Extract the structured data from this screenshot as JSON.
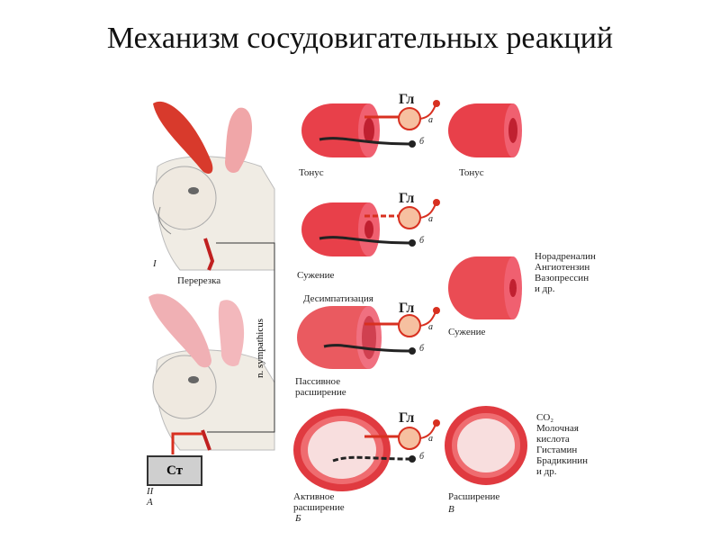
{
  "title": "Механизм сосудовигательных реакций",
  "labels": {
    "tonus_1": "Тонус",
    "tonus_2": "Тонус",
    "suzhenie_1": "Сужение",
    "suzhenie_2": "Сужение",
    "perezreska": "Перерезка",
    "desimp": "Десимпатизация",
    "passive": "Пассивное\nрасширение",
    "active": "Активное\nрасширение",
    "rasshirenie": "Расширение",
    "constrictors": "Норадреналин\nАнгиотензин\nВазопрессин\nи др.",
    "dilators": "CO₂\nМолочная\nкислота\nГистамин\nБрадикинин\nи др.",
    "nsymp": "n. sympathicus",
    "roman_1": "I",
    "roman_2": "II",
    "letter_A": "А",
    "letter_B": "Б",
    "letter_V": "В",
    "st": "Ст",
    "gl": "Гл",
    "a": "а",
    "b": "б"
  },
  "colors": {
    "vessel": "#e8404a",
    "vessel_light": "#f4a0a6",
    "nerve_red": "#d83020",
    "nerve_black": "#222222",
    "rabbit": "#f0ece4",
    "ear_dark": "#d83a2c",
    "ear_light": "#f0a6a8"
  }
}
